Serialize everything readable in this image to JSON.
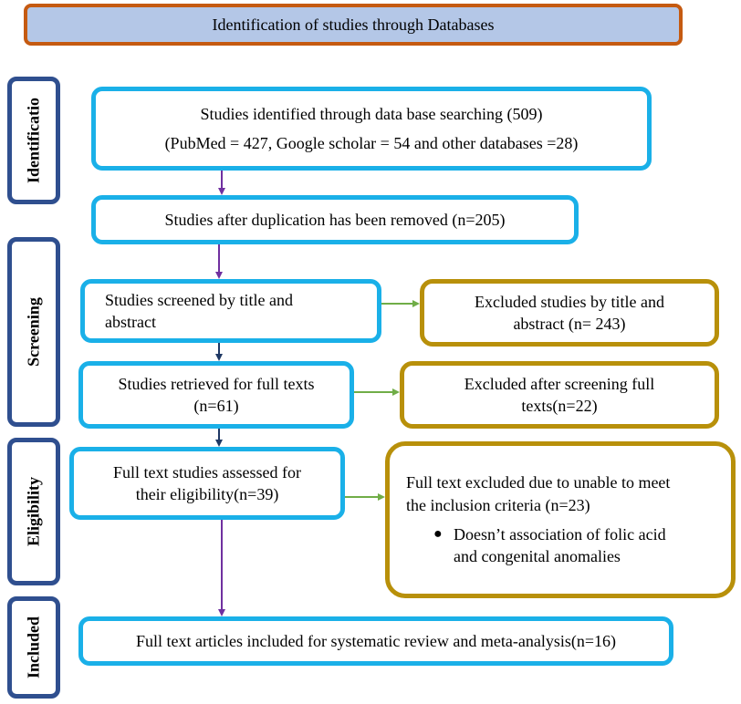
{
  "header": {
    "title": "Identification of studies through Databases"
  },
  "stages": {
    "identification": "Identificatio",
    "screening": "Screening",
    "eligibility": "Eligibility",
    "included": "Included"
  },
  "boxes": {
    "identified": {
      "line1": "Studies identified through data base searching (509)",
      "line2": "(PubMed = 427, Google scholar = 54 and other databases =28)"
    },
    "deduplicated": {
      "line1": "Studies after duplication has been removed (n=205)"
    },
    "screened": {
      "line1": "Studies screened by title and",
      "line2": "abstract"
    },
    "excluded_title": {
      "line1": "Excluded studies by title and",
      "line2": "abstract (n= 243)"
    },
    "retrieved": {
      "line1": "Studies retrieved for full texts",
      "line2": "(n=61)"
    },
    "excluded_fulltext": {
      "line1": "Excluded after screening full",
      "line2": "texts(n=22)"
    },
    "assessed": {
      "line1": "Full text studies assessed for",
      "line2": "their eligibility(n=39)"
    },
    "excluded_eligibility": {
      "line1": "Full text excluded due to unable to meet",
      "line2": "the inclusion criteria (n=23)",
      "bullet_line1": "Doesn’t association of folic acid",
      "bullet_line2": "and congenital anomalies"
    },
    "included": {
      "line1": "Full text articles included for systematic review and meta-analysis(n=16)"
    }
  },
  "colors": {
    "box_blue": "#1ab0e8",
    "box_gold": "#b8900a",
    "stage_border": "#2f4f8f",
    "header_fill": "#b4c7e7",
    "header_border": "#c55a11",
    "arrow_purple": "#7030a0",
    "arrow_navy": "#1f3864",
    "arrow_green": "#70ad47"
  }
}
